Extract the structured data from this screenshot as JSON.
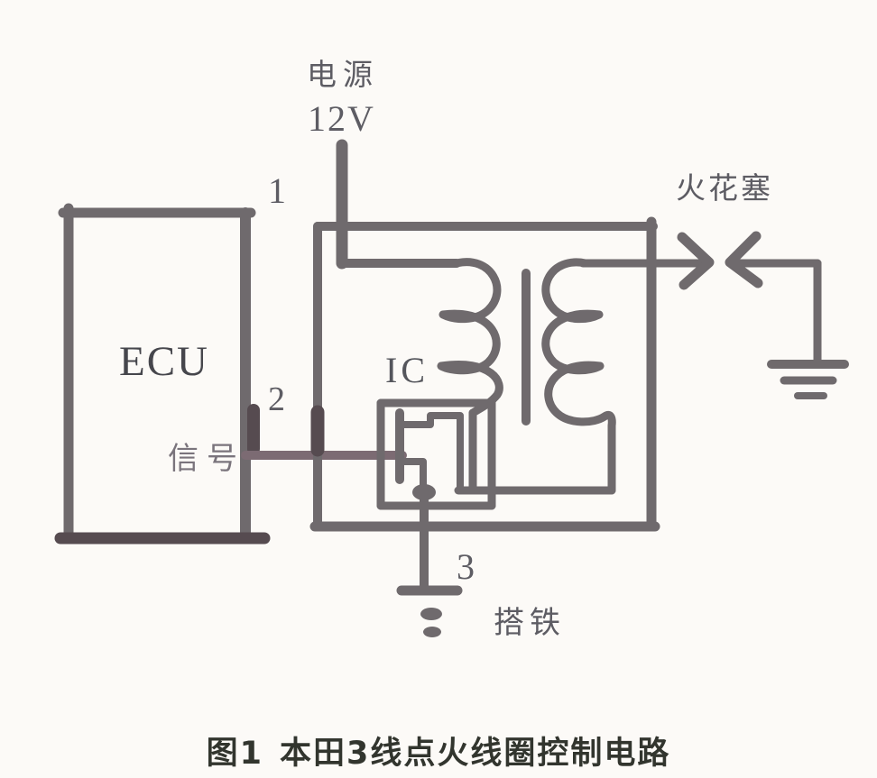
{
  "colors": {
    "bg": "#fcfaf7",
    "wire": "#6f6a6d",
    "wire-dark": "#564b50",
    "signal": "#7c6b73",
    "text": "#5d5c63",
    "text-dark": "#46464c",
    "text-light": "#7a747c",
    "caption": "#32352e"
  },
  "diagram": {
    "labels": {
      "power": "电源",
      "voltage": "12V",
      "pin1": "1",
      "pin2": "2",
      "pin3": "3",
      "ecu": "ECU",
      "ic": "IC",
      "signal": "信号",
      "spark_plug": "火花塞",
      "ground": "搭铁"
    },
    "caption": {
      "figure_no": "图1",
      "title": "本田3线点火线圈控制电路"
    }
  }
}
